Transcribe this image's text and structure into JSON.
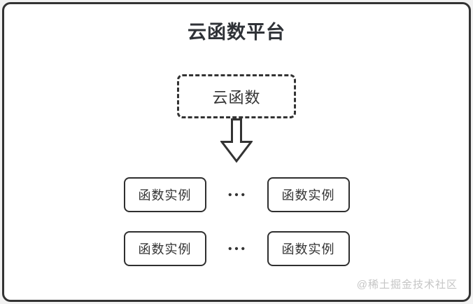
{
  "diagram": {
    "title": "云函数平台",
    "cloud_function": {
      "label": "云函数"
    },
    "icons": {
      "arrow": "down-arrow-icon"
    },
    "rows": [
      {
        "left": "函数实例",
        "dots": "•••",
        "right": "函数实例"
      },
      {
        "left": "函数实例",
        "dots": "•••",
        "right": "函数实例"
      }
    ]
  },
  "watermark": {
    "text": "@稀土掘金技术社区"
  },
  "colors": {
    "border": "#333333",
    "text": "#333333",
    "title": "#2f3237",
    "watermark": "#c5c5c5",
    "background": "#ffffff"
  }
}
